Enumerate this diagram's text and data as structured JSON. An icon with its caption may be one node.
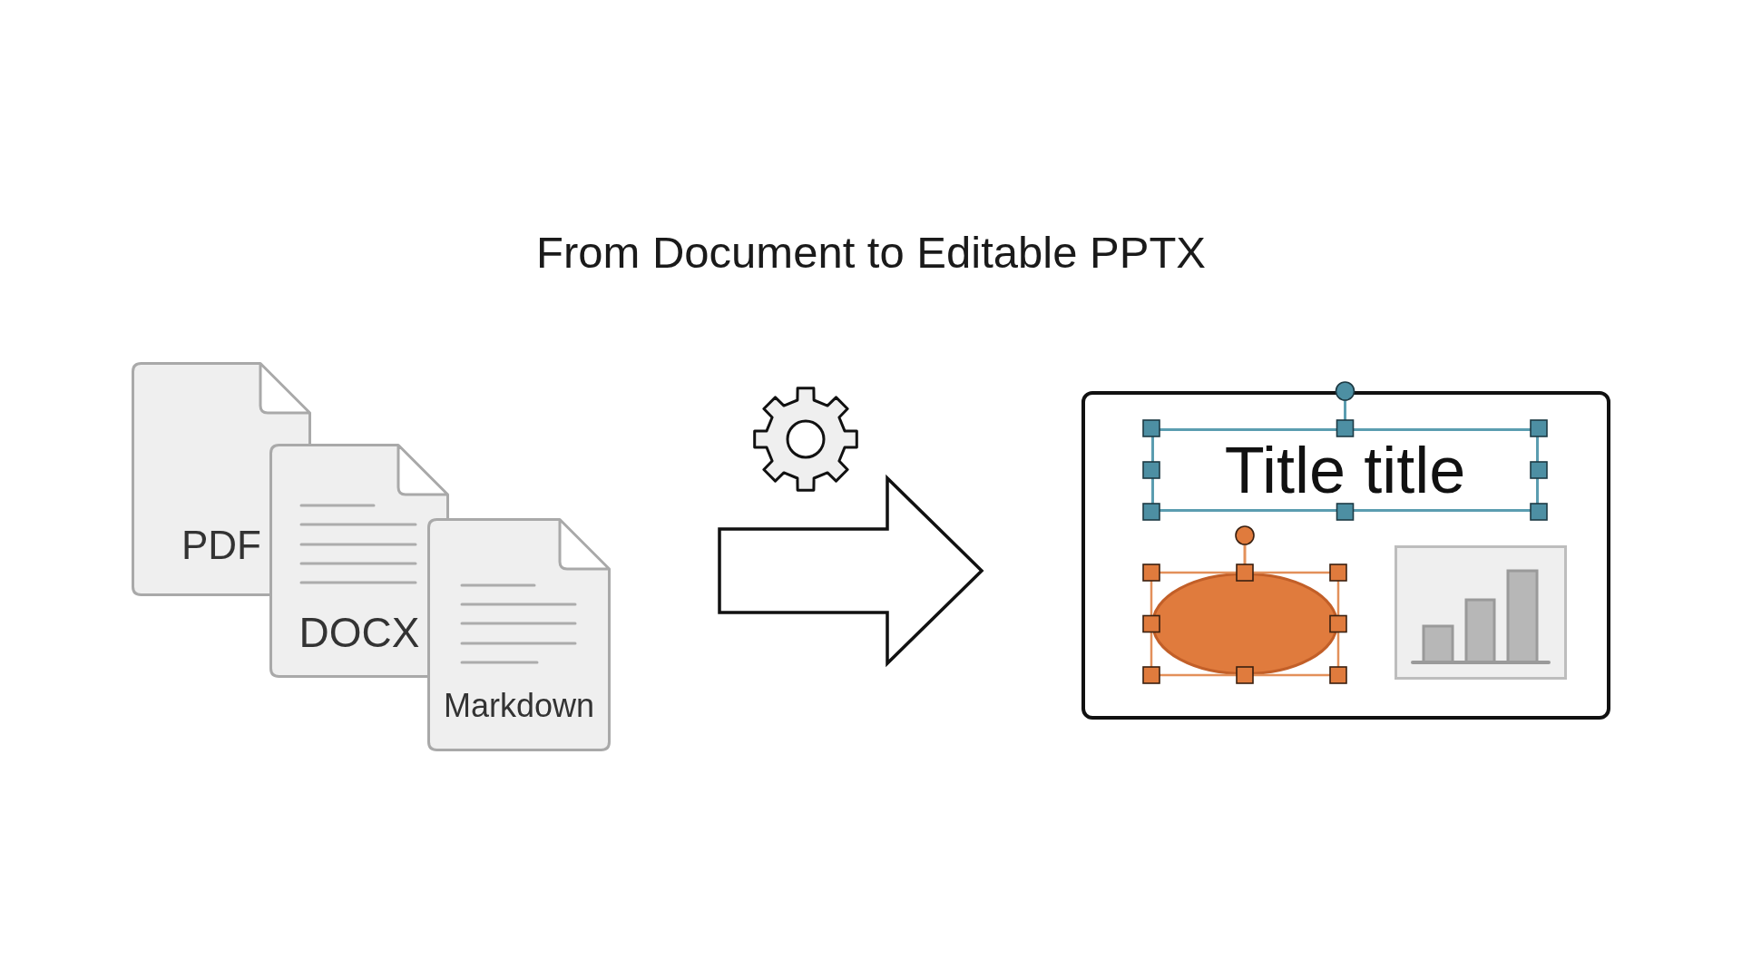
{
  "diagram": {
    "title": "From Document to Editable PPTX",
    "nodes": [
      {
        "text": [
          "PDF"
        ]
      },
      {
        "text": [
          "DOCX"
        ]
      },
      {
        "text": [
          "Markdown"
        ]
      },
      {
        "text": [],
        "shape": "box"
      },
      {
        "text": [
          "Title title"
        ],
        "in": 3
      },
      {
        "text": [],
        "shape": "ellipse",
        "in": 3
      },
      {
        "text": [],
        "shape": "picture",
        "in": 3
      }
    ],
    "edges": [
      {
        "from": 2,
        "to": 3,
        "arrow": "to"
      }
    ]
  }
}
